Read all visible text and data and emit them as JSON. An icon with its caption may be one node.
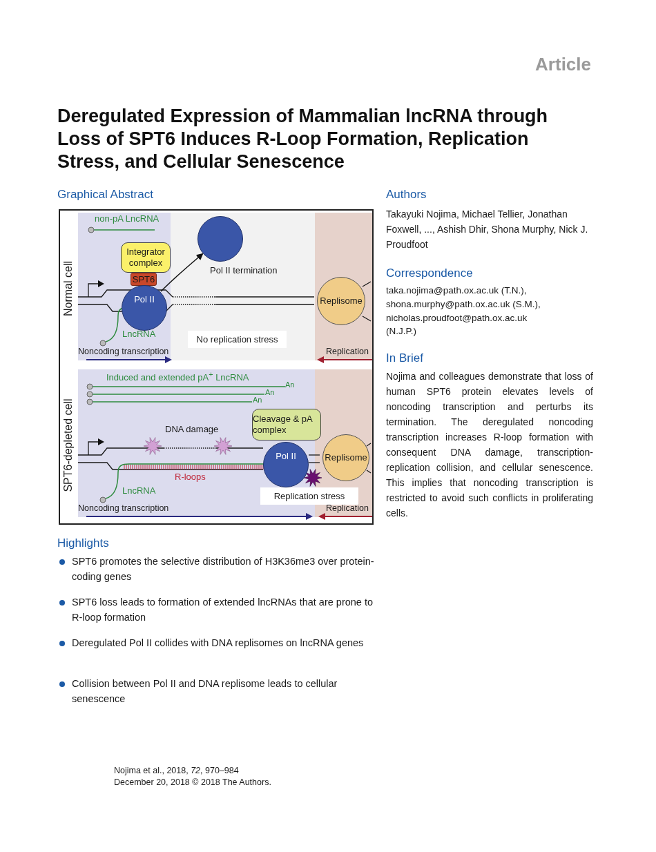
{
  "diagram": {
    "title": "Deregulated Expression of Mammalian lncRNA through Loss of SPT6 Induces R-Loop Formation, Replication Stress, and Cellular Senescence",
    "nodes": [
      {
        "text": [
          "Normal cell"
        ]
      },
      {
        "text": [
          "Integrator complex"
        ],
        "in": 0
      },
      {
        "text": [
          "SPT6"
        ],
        "in": 0
      },
      {
        "text": [
          "Pol II"
        ],
        "in": 0
      },
      {
        "text": [],
        "shape": "circle",
        "in": 0
      },
      {
        "text": [
          "Replisome"
        ],
        "in": 0
      },
      {
        "text": [
          "No replication stress"
        ],
        "in": 0
      },
      {
        "text": [
          "SPT6-depleted cell"
        ]
      },
      {
        "text": [
          "Cleavage & pA complex"
        ],
        "in": 7
      },
      {
        "text": [
          "Pol II"
        ],
        "in": 7
      },
      {
        "text": [
          "Replisome"
        ],
        "in": 7
      },
      {
        "text": [
          "Replication stress"
        ],
        "in": 7
      }
    ],
    "edges": [
      {
        "from": 3,
        "to": 4,
        "arrow": "to",
        "label": "Pol II termination"
      }
    ],
    "labels": [
      "Article",
      "Graphical Abstract",
      "non-pA LncRNA",
      "LncRNA",
      "Noncoding transcription",
      "Replication",
      "Induced and extended pA$^{+}$ LncRNA",
      "An",
      "An",
      "An",
      "DNA damage",
      "R-loops",
      "LncRNA",
      "Noncoding transcription",
      "Replication",
      "Highlights",
      "SPT6 promotes the selective distribution of H3K36me3 over protein-coding genes",
      "SPT6 loss leads to formation of extended lncRNAs that are prone to R-loop formation",
      "Deregulated Pol II collides with DNA replisomes on lncRNA genes",
      "Collision between Pol II and DNA replisome leads to cellular senescence",
      "Authors",
      "Takayuki Nojima, Michael Tellier, Jonathan Foxwell, ..., Ashish Dhir, Shona Murphy, Nick J. Proudfoot",
      "Correspondence",
      "taka.nojima@path.ox.ac.uk (T.N.),",
      "shona.murphy@path.ox.ac.uk (S.M.),",
      "nicholas.proudfoot@path.ox.ac.uk (N.J.P.)",
      "In Brief",
      "Nojima and colleagues demonstrate that loss of human SPT6 protein elevates levels of noncoding transcription and perturbs its termination. The deregulated noncoding transcription increases R-loop formation with consequent DNA damage, transcription-replication collision, and cellular senescence. This implies that noncoding transcription is restricted to avoid such conflicts in proliferating cells.",
      "Nojima et al., 2018, *72*, 970–984",
      "December 20, 2018 © 2018 The Authors."
    ]
  }
}
